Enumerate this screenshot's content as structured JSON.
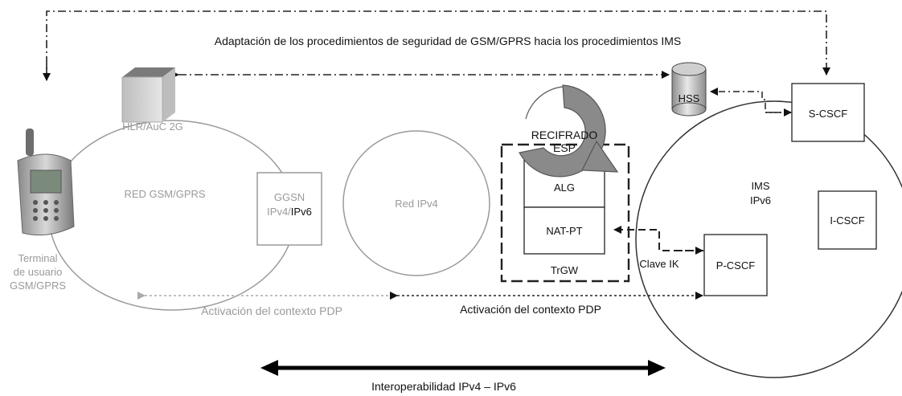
{
  "top_annotation": "Adaptación de los procedimientos de seguridad de GSM/GPRS hacia los procedimientos IMS",
  "terminal": {
    "line1": "Terminal",
    "line2": "de usuario",
    "line3": "GSM/GPRS"
  },
  "hlr_label": "HLR/AuC 2G",
  "gsm_network_label": "RED GSM/GPRS",
  "ggsn": {
    "line1": "GGSN",
    "line2_prefix": "IPv4/",
    "line2_suffix": "IPv6"
  },
  "ipv4_network_label": "Red IPv4",
  "recifrado": {
    "line1": "RECIFRADO",
    "line2": "ESP"
  },
  "trgw": {
    "alg": "ALG",
    "natpt": "NAT-PT",
    "label": "TrGW"
  },
  "clave_ik": "Clave IK",
  "hss_label": "HSS",
  "ims": {
    "line1": "IMS",
    "line2": "IPv6",
    "scscf": "S-CSCF",
    "icscf": "I-CSCF",
    "pcscf": "P-CSCF"
  },
  "pdp_grey": "Activación del contexto PDP",
  "pdp_dark": "Activación del contexto PDP",
  "interop_label": "Interoperabilidad IPv4 – IPv6"
}
